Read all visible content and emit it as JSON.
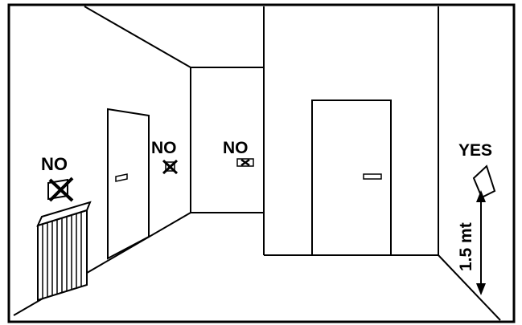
{
  "labels": {
    "radiator_no": "NO",
    "door_wall_no": "NO",
    "back_wall_no": "NO",
    "right_wall_yes": "YES",
    "height": "1.5 mt"
  },
  "icons": {
    "forbidden_position_marker": "x-box-icon",
    "recommended_position_marker": "device-icon",
    "height_indicator": "double-arrow-icon",
    "heat_source": "radiator-icon"
  },
  "colors": {
    "ink": "#000000",
    "paper": "#ffffff"
  }
}
